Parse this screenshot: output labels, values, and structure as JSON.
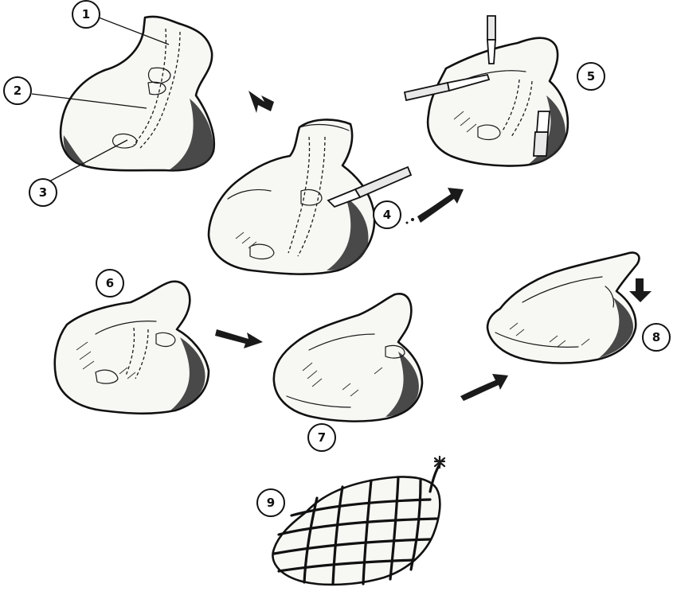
{
  "diagram": {
    "labels": {
      "step1": "1",
      "step2": "2",
      "step3": "3",
      "step4": "4",
      "step5": "5",
      "step6": "6",
      "step7": "7",
      "step8": "8",
      "step9": "9"
    },
    "colors": {
      "ink": "#1a1a1a",
      "paper": "#ffffff",
      "meat": "#f7f7f4"
    }
  }
}
